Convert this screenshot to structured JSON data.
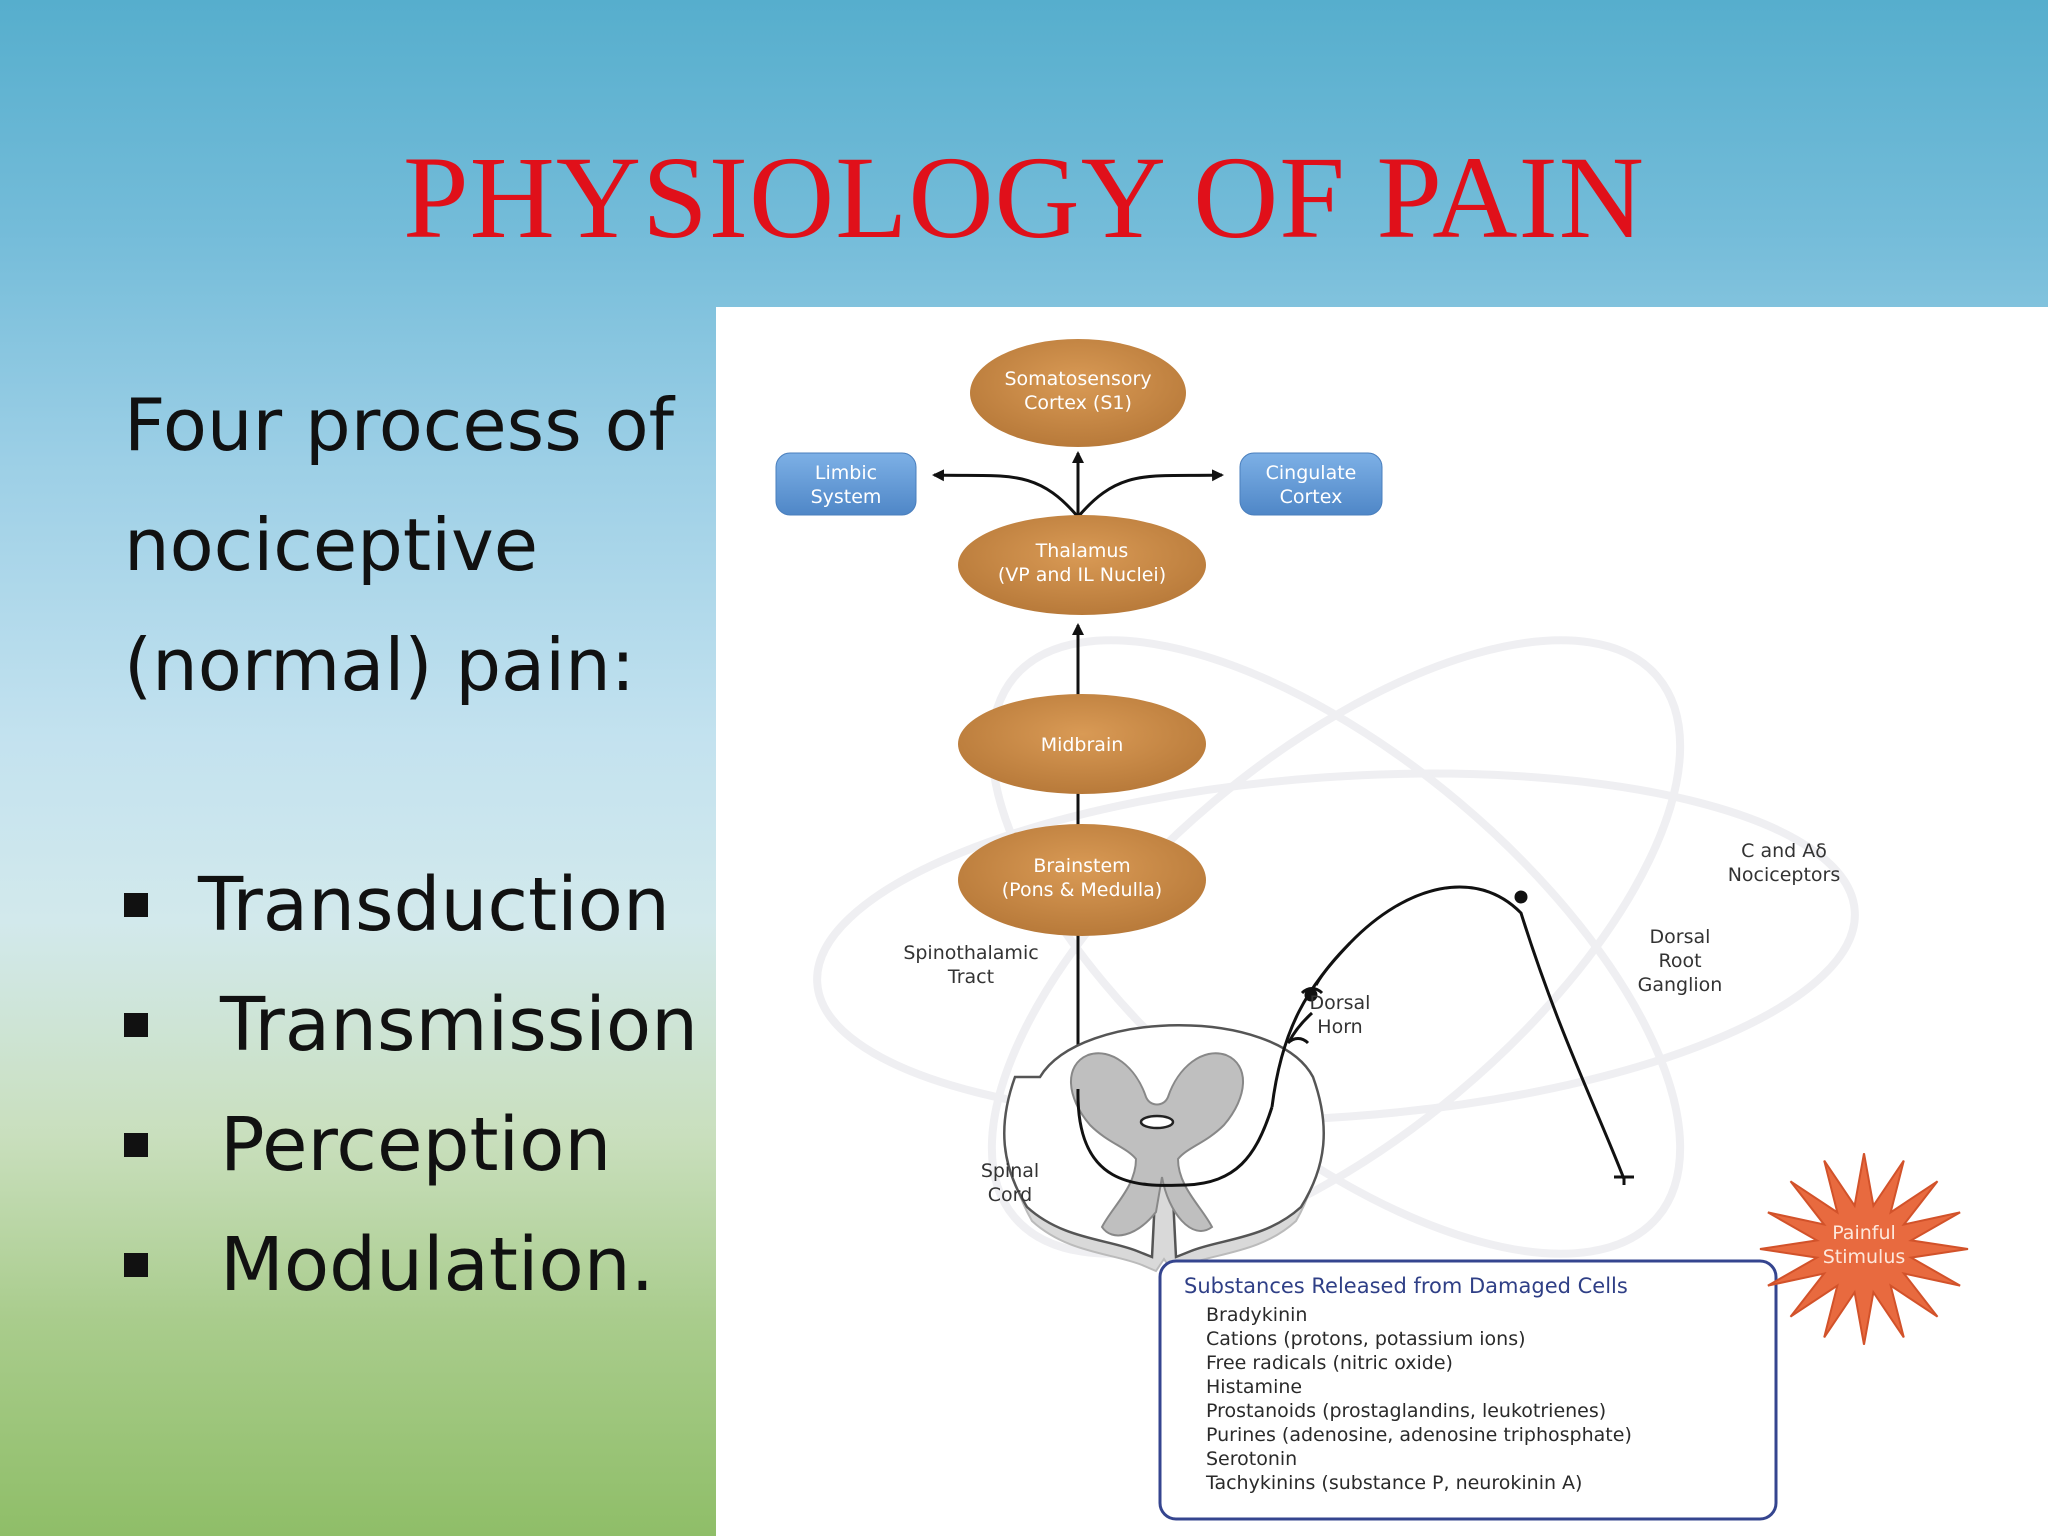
{
  "title": "PHYSIOLOGY OF PAIN",
  "intro_lines": [
    "Four process of",
    "nociceptive",
    "(normal) pain:"
  ],
  "processes": [
    "Transduction",
    "Transmission",
    "Perception",
    "Modulation."
  ],
  "colors": {
    "title": "#e0101a",
    "orange_node": "#c98a45",
    "blue_node": "#5f97d4",
    "box_border": "#35458f",
    "stimulus": "#e86a3f"
  },
  "diagram": {
    "nodes": {
      "somatosensory": [
        "Somatosensory",
        "Cortex (S1)"
      ],
      "limbic": [
        "Limbic",
        "System"
      ],
      "cingulate": [
        "Cingulate",
        "Cortex"
      ],
      "thalamus": [
        "Thalamus",
        "(VP and IL Nuclei)"
      ],
      "midbrain": "Midbrain",
      "brainstem": [
        "Brainstem",
        "(Pons & Medulla)"
      ]
    },
    "labels": {
      "spinothalamic": [
        "Spinothalamic",
        "Tract"
      ],
      "spinal_cord": [
        "Spinal",
        "Cord"
      ],
      "dorsal_horn": [
        "Dorsal",
        "Horn"
      ],
      "drg": [
        "Dorsal",
        "Root",
        "Ganglion"
      ],
      "nociceptors": [
        "C and Aδ",
        "Nociceptors"
      ],
      "stimulus": [
        "Painful",
        "Stimulus"
      ]
    },
    "substances_title": "Substances Released from Damaged Cells",
    "substances": [
      "Bradykinin",
      "Cations (protons, potassium ions)",
      "Free radicals (nitric oxide)",
      "Histamine",
      "Prostanoids (prostaglandins, leukotrienes)",
      "Purines (adenosine, adenosine triphosphate)",
      "Serotonin",
      "Tachykinins (substance P, neurokinin A)"
    ]
  }
}
